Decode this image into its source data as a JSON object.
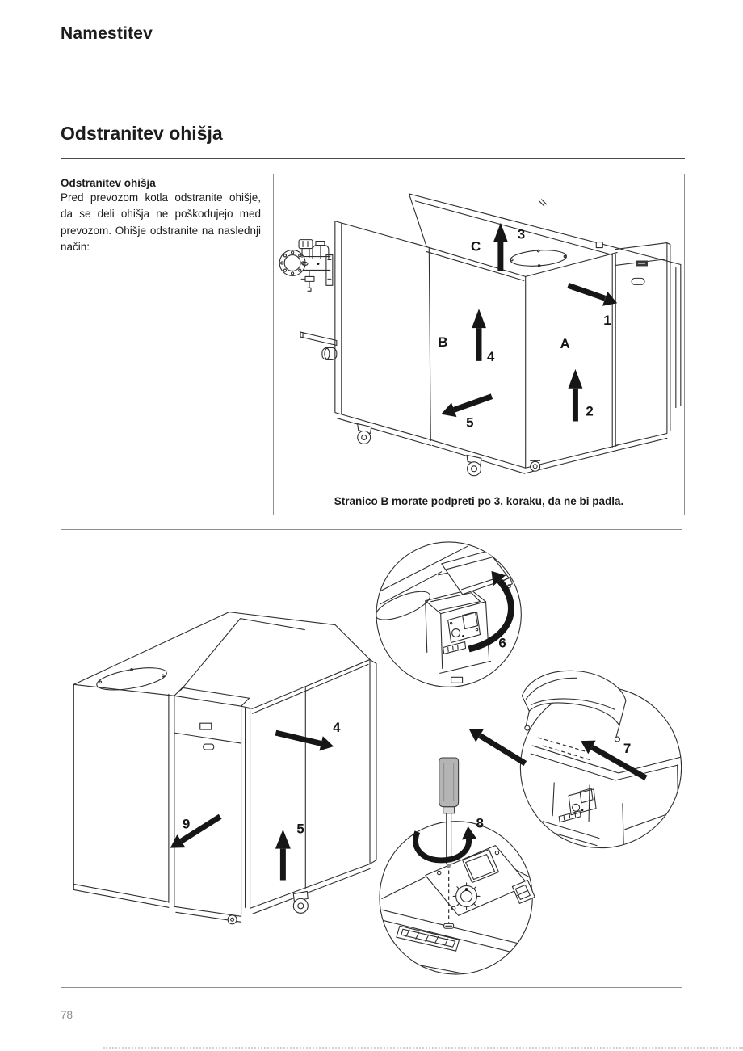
{
  "page": {
    "header_title": "Namestitev",
    "section_title": "Odstranitev ohišja",
    "page_number": "78"
  },
  "intro": {
    "heading": "Odstranitev ohišja",
    "body": "Pred prevozom kotla odstranite ohišje, da se deli ohišja ne poškodujejo med prevozom. Ohišje odstranite na naslednji način:"
  },
  "figure_overview": {
    "caption": "Stranico B morate podpreti po 3. koraku, da ne bi padla.",
    "panel_labels": {
      "a": "A",
      "b": "B",
      "c": "C"
    },
    "steps": {
      "s1": "1",
      "s2": "2",
      "s3": "3",
      "s4": "4",
      "s5": "5"
    }
  },
  "figure_details": {
    "steps": {
      "s4": "4",
      "s5": "5",
      "s6": "6",
      "s7": "7",
      "s8": "8",
      "s9": "9"
    }
  }
}
